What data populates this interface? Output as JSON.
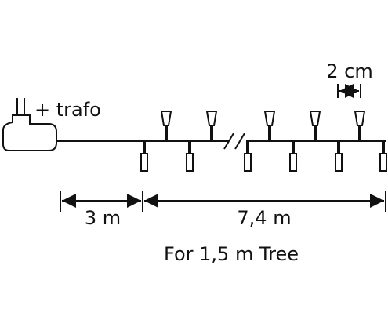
{
  "labels": {
    "trafo": "+ trafo",
    "spacing": "2 cm",
    "lead_length": "3 m",
    "lit_length": "7,4 m",
    "caption": "For 1,5 m Tree"
  },
  "lights": {
    "upper_count": 5,
    "lower_count": 6
  },
  "colors": {
    "ink": "#111111",
    "background": "#ffffff"
  }
}
